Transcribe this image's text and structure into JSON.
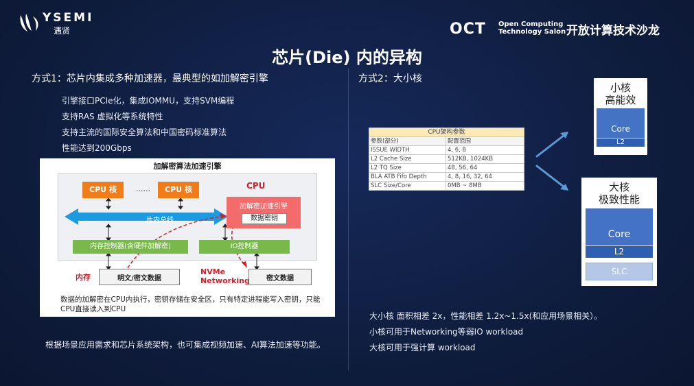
{
  "header": {
    "logo_en": "YSEMI",
    "logo_cn": "遇贤",
    "oct_logo": "OCT",
    "oct_sub_1": "Open Computing",
    "oct_sub_2": "Technology Salon",
    "salon_cn": "开放计算技术沙龙"
  },
  "title": "芯片(Die) 内的异构",
  "left": {
    "heading": "方式1：芯片内集成多种加速器，最典型的如加解密引擎",
    "bullets": [
      "引擎接口PCIe化，集成IOMMU，支持SVM编程",
      "支持RAS 虚拟化等系统特性",
      "支持主流的国际安全算法和中国密码标准算法",
      "性能达到200Gbps"
    ],
    "diagram": {
      "title": "加解密算法加速引擎",
      "cpu_core_1": "CPU 核",
      "cpu_core_2": "CPU 核",
      "dots": "......",
      "cpu_label": "CPU",
      "engine": "加解密加速引擎",
      "key": "数据密钥",
      "bus": "片内总线",
      "mem_ctrl": "内存控制器(含硬件加解密)",
      "io_ctrl": "IO控制器",
      "mem_label": "内存",
      "mem_data": "明文/密文数据",
      "nvme_label_1": "NVMe",
      "nvme_label_2": "Networking",
      "nvme_data": "密文数据",
      "note": "数据的加解密在CPU内执行，密钥存储在安全区，只有特定进程能写入密钥，只能CPU直接读入到CPU"
    },
    "footer": "根据场景应用需求和芯片系统架构，也可集成视频加速、AI算法加速等功能。"
  },
  "right": {
    "heading": "方式2：大小核",
    "table": {
      "caption": "CPU架构参数",
      "header": [
        "参数(部分)",
        "配置范围"
      ],
      "rows": [
        [
          "ISSUE WIDTH",
          "4, 6, 8"
        ],
        [
          "L2 Cache Size",
          "512KB, 1024KB"
        ],
        [
          "L2 TQ Size",
          "48, 56, 64"
        ],
        [
          "BLA ATB Fifo Depth",
          "4, 8, 16, 32, 64"
        ],
        [
          "SLC Size/Core",
          "0MB ~ 8MB"
        ]
      ]
    },
    "small_core": {
      "title_1": "小核",
      "title_2": "高能效",
      "core": "Core",
      "l2": "L2"
    },
    "big_core": {
      "title_1": "大核",
      "title_2": "极致性能",
      "core": "Core",
      "l2": "L2",
      "slc": "SLC"
    },
    "bullets": [
      "大小核 面积相差 2x，性能相差 1.2x~1.5x(和应用场景相关）。",
      "小核可用于Networking等弱IO workload",
      "大核可用于强计算 workload"
    ]
  }
}
